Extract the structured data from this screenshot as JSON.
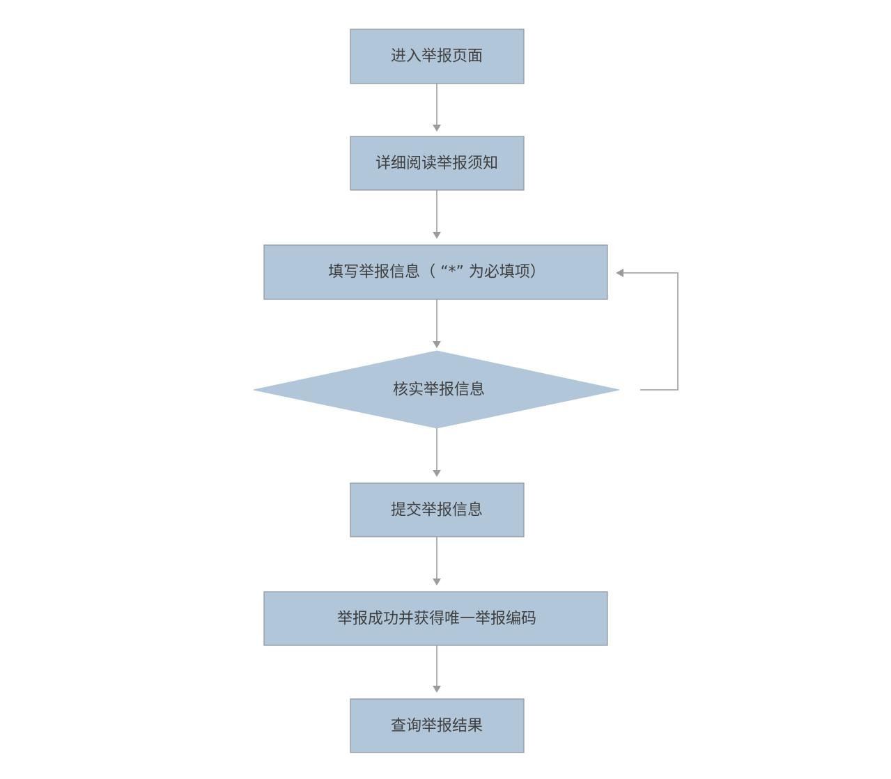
{
  "flowchart": {
    "colors": {
      "node_fill": "#b1c6d8",
      "node_border": "#8e9399",
      "connector": "#9c9c9c",
      "label_text": "#3f3f3f"
    },
    "steps": [
      {
        "id": "enter",
        "label": "进入举报页面",
        "shape": "rectangle"
      },
      {
        "id": "read",
        "label": "详细阅读举报须知",
        "shape": "rectangle"
      },
      {
        "id": "fill",
        "label": "填写举报信息（ “*” 为必填项）",
        "shape": "rectangle"
      },
      {
        "id": "verify",
        "label": "核实举报信息",
        "shape": "diamond"
      },
      {
        "id": "submit",
        "label": "提交举报信息",
        "shape": "rectangle"
      },
      {
        "id": "success",
        "label": "举报成功并获得唯一举报编码",
        "shape": "rectangle"
      },
      {
        "id": "query",
        "label": "查询举报结果",
        "shape": "rectangle"
      }
    ],
    "edges": [
      {
        "from": "enter",
        "to": "read"
      },
      {
        "from": "read",
        "to": "fill"
      },
      {
        "from": "fill",
        "to": "verify"
      },
      {
        "from": "verify",
        "to": "submit"
      },
      {
        "from": "verify",
        "to": "fill",
        "route": "loop-right"
      },
      {
        "from": "submit",
        "to": "success"
      },
      {
        "from": "success",
        "to": "query"
      }
    ]
  }
}
